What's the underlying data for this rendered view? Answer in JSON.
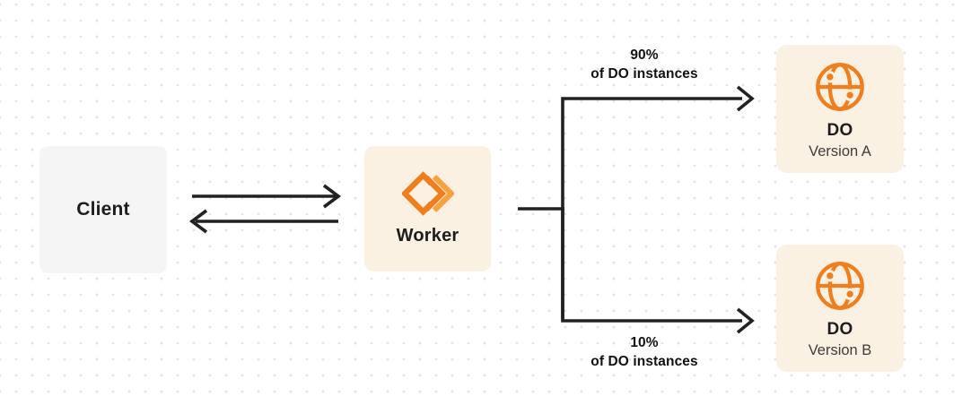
{
  "diagram": {
    "client": {
      "label": "Client"
    },
    "worker": {
      "label": "Worker"
    },
    "do_version_a": {
      "title": "DO",
      "subtitle": "Version A"
    },
    "do_version_b": {
      "title": "DO",
      "subtitle": "Version B"
    },
    "route_a": {
      "percent": "90%",
      "caption": "of DO instances"
    },
    "route_b": {
      "percent": "10%",
      "caption": "of DO instances"
    }
  },
  "icons": {
    "worker": "cloudflare-workers-icon",
    "durable_object": "globe-icon"
  },
  "colors": {
    "orange": "#F07D1E",
    "orange-light": "#F6A33F",
    "cream": "#FBF1E3",
    "gray-box": "#F5F5F6",
    "line": "#1F2123",
    "text": "#1D1D1F",
    "text-secondary": "#3F3D39",
    "dot": "#E3E3E6",
    "bg": "#FFFFFF"
  }
}
